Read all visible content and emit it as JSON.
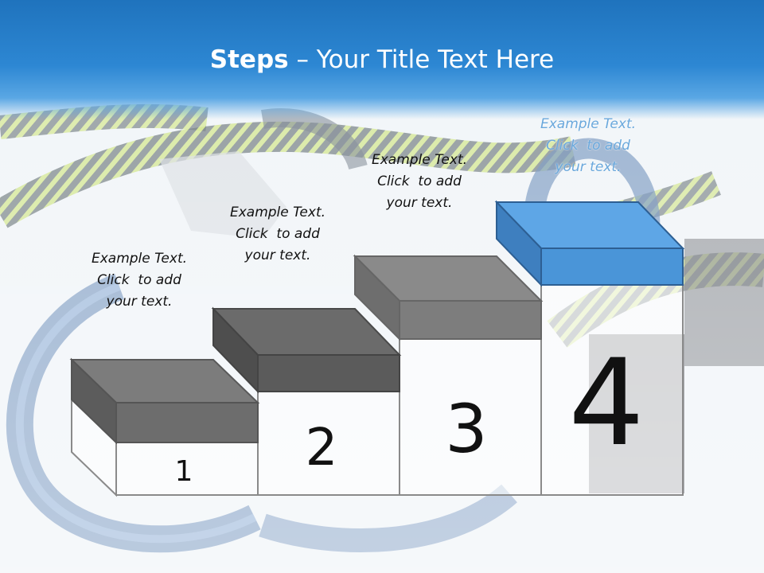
{
  "slide": {
    "title_bold": "Steps",
    "title_rest": " – Your Title Text Here"
  },
  "steps": [
    {
      "number": "1",
      "text": [
        "Example Text.",
        "Click  to add",
        "your text."
      ]
    },
    {
      "number": "2",
      "text": [
        "Example Text.",
        "Click  to add",
        "your text."
      ]
    },
    {
      "number": "3",
      "text": [
        "Example Text.",
        "Click  to add",
        "your text."
      ]
    },
    {
      "number": "4",
      "text": [
        "Example Text.",
        "Click  to add",
        "your text."
      ]
    }
  ],
  "colors": {
    "title_bar": "#1f73bd",
    "block_gray_top": "#7a7a7a",
    "block_gray_front": "#6a6a6a",
    "block_blue_top": "#4a95d8",
    "block_blue_front": "#5fa8e6",
    "background_image": "climbing-carabiner-rope-photo"
  }
}
